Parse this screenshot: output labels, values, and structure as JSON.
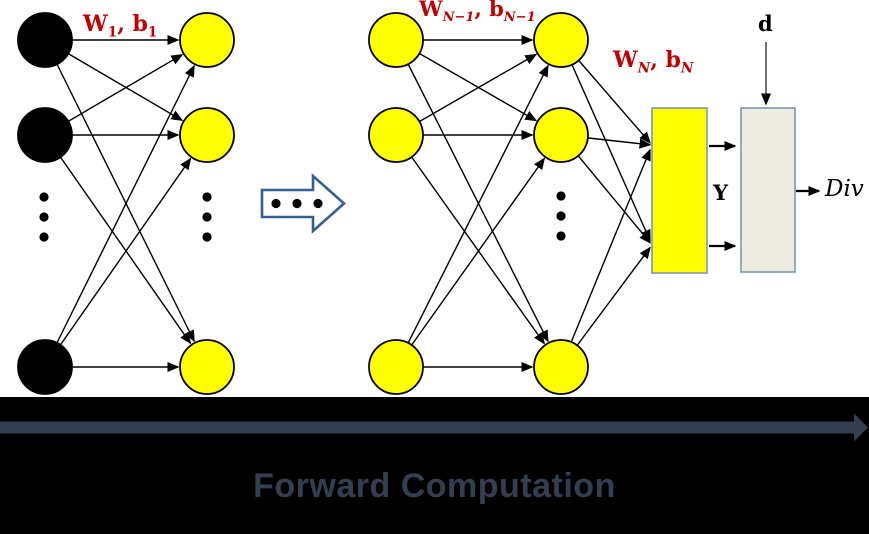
{
  "diagram": {
    "labels": {
      "layer1_weights": {
        "w": "W",
        "w_sub": "1",
        "comma": ", ",
        "b": "b",
        "b_sub": "1"
      },
      "layerN1_weights": {
        "w": "W",
        "w_sub": "N−1",
        "comma": ", ",
        "b": "b",
        "b_sub": "N−1"
      },
      "layerN_weights": {
        "w": "W",
        "w_sub": "N",
        "comma": ", ",
        "b": "b",
        "b_sub": "N"
      },
      "target_input": "d",
      "output_vector": "Y",
      "divergence": "Div"
    },
    "caption": "Forward Computation"
  },
  "colors": {
    "canvas-bg": "#ffffff",
    "node-input": "#000000",
    "node-hidden": "#ffff00",
    "weight-label": "#c00000",
    "block-arrow-outline": "#365f91",
    "box-border": "#7f97ae",
    "target-box-fill": "#eeece1",
    "band-bg": "#000000",
    "forward-arrow": "#333f50"
  }
}
